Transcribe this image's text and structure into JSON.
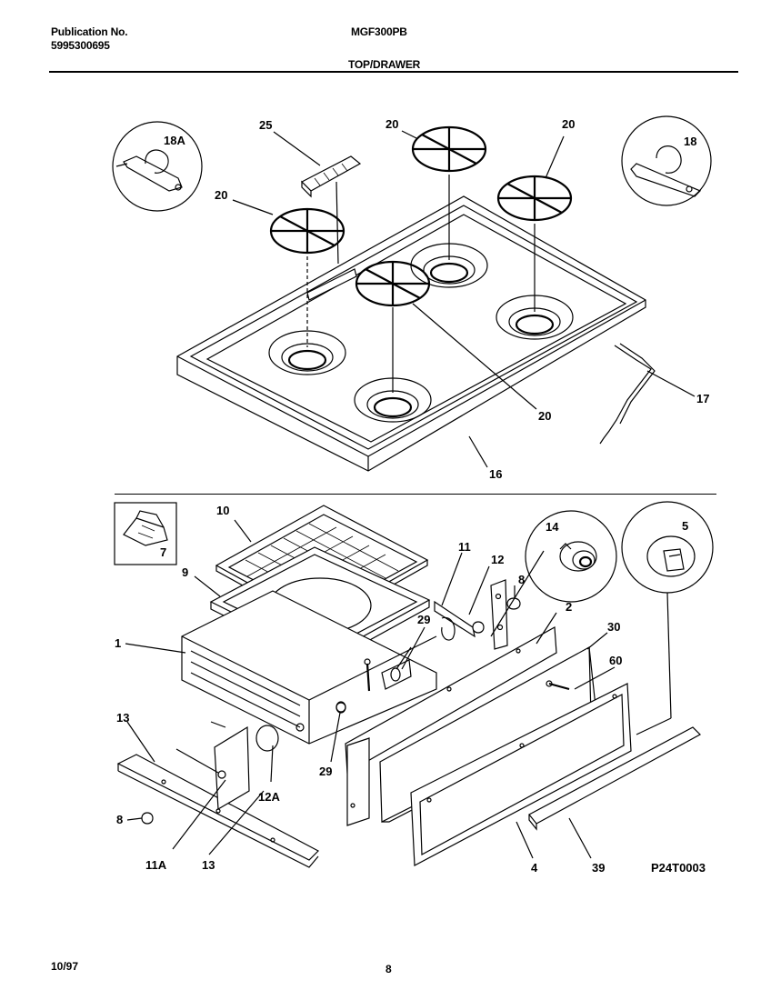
{
  "header": {
    "publication_label": "Publication No.",
    "publication_number": "5995300695",
    "model": "MGF300PB",
    "section_title": "TOP/DRAWER"
  },
  "callouts": {
    "c18a": "18A",
    "c25": "25",
    "c20a": "20",
    "c20b": "20",
    "c20c": "20",
    "c20d": "20",
    "c18": "18",
    "c17": "17",
    "c16": "16",
    "c10": "10",
    "c7": "7",
    "c9": "9",
    "c1": "1",
    "c11": "11",
    "c12": "12",
    "c8a": "8",
    "c14": "14",
    "c5": "5",
    "c2": "2",
    "c29a": "29",
    "c30": "30",
    "c60": "60",
    "c13a": "13",
    "c29b": "29",
    "c12a": "12A",
    "c8b": "8",
    "c11a": "11A",
    "c13b": "13",
    "c4": "4",
    "c39": "39"
  },
  "figure_code": "P24T0003",
  "footer": {
    "date": "10/97",
    "page": "8"
  }
}
